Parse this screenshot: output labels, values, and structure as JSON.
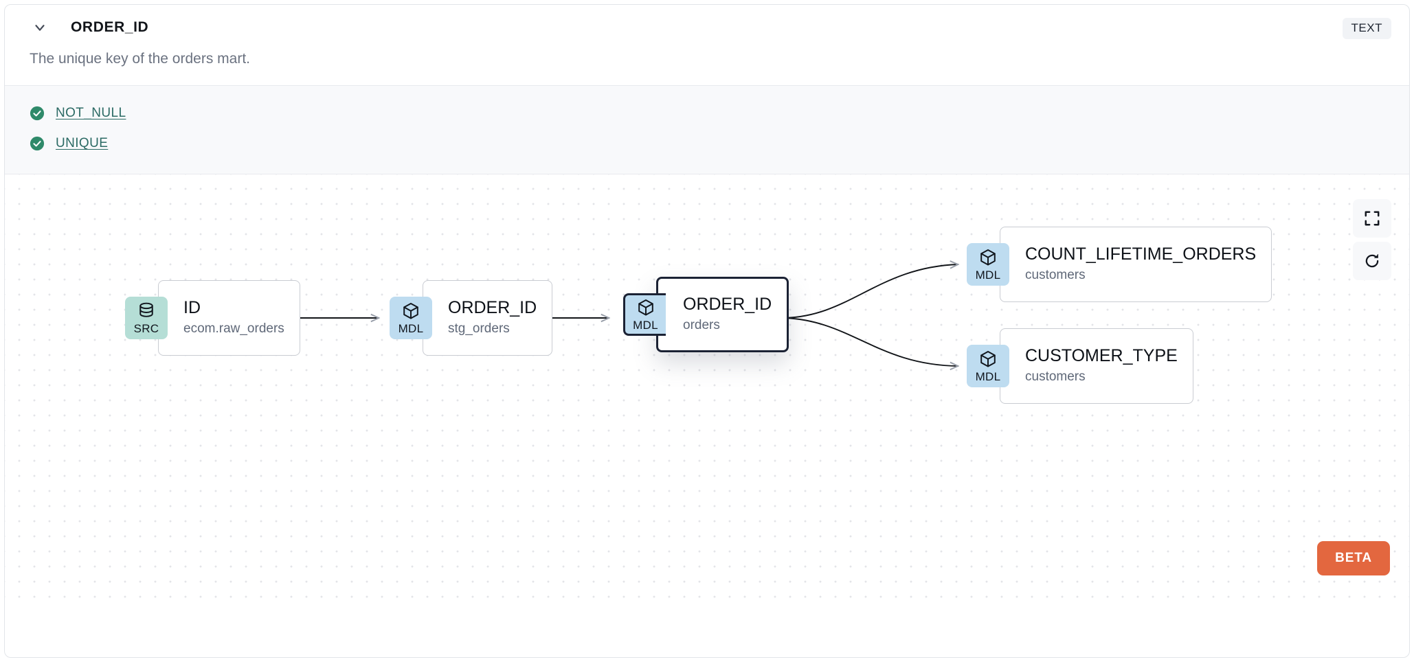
{
  "header": {
    "collapse_icon": "chevron-down-icon",
    "column_name": "ORDER_ID",
    "type_badge": "TEXT"
  },
  "description": "The unique key of the orders mart.",
  "tests": {
    "items": [
      {
        "status_icon": "check-circle-icon",
        "label": "NOT_NULL"
      },
      {
        "status_icon": "check-circle-icon",
        "label": "UNIQUE"
      }
    ],
    "status_color": "#2f8a6a",
    "link_color": "#2b6a64"
  },
  "graph": {
    "controls": [
      {
        "name": "fit-view-button",
        "icon": "fullscreen-icon"
      },
      {
        "name": "refresh-button",
        "icon": "refresh-icon"
      }
    ],
    "beta_label": "BETA",
    "beta_color": "#e3673f",
    "nodes": [
      {
        "id": "src-id",
        "badge": "SRC",
        "badge_icon": "database-icon",
        "badge_color": "#b5ded6",
        "name": "ID",
        "source": "ecom.raw_orders",
        "selected": false
      },
      {
        "id": "stg-order-id",
        "badge": "MDL",
        "badge_icon": "cube-icon",
        "badge_color": "#bedcf0",
        "name": "ORDER_ID",
        "source": "stg_orders",
        "selected": false
      },
      {
        "id": "orders-order-id",
        "badge": "MDL",
        "badge_icon": "cube-icon",
        "badge_color": "#bedcf0",
        "name": "ORDER_ID",
        "source": "orders",
        "selected": true
      },
      {
        "id": "customers-count-lifetime-orders",
        "badge": "MDL",
        "badge_icon": "cube-icon",
        "badge_color": "#bedcf0",
        "name": "COUNT_LIFETIME_ORDERS",
        "source": "customers",
        "selected": false
      },
      {
        "id": "customers-customer-type",
        "badge": "MDL",
        "badge_icon": "cube-icon",
        "badge_color": "#bedcf0",
        "name": "CUSTOMER_TYPE",
        "source": "customers",
        "selected": false
      }
    ],
    "edges": [
      {
        "from": "src-id",
        "to": "stg-order-id"
      },
      {
        "from": "stg-order-id",
        "to": "orders-order-id"
      },
      {
        "from": "orders-order-id",
        "to": "customers-count-lifetime-orders"
      },
      {
        "from": "orders-order-id",
        "to": "customers-customer-type"
      }
    ]
  }
}
